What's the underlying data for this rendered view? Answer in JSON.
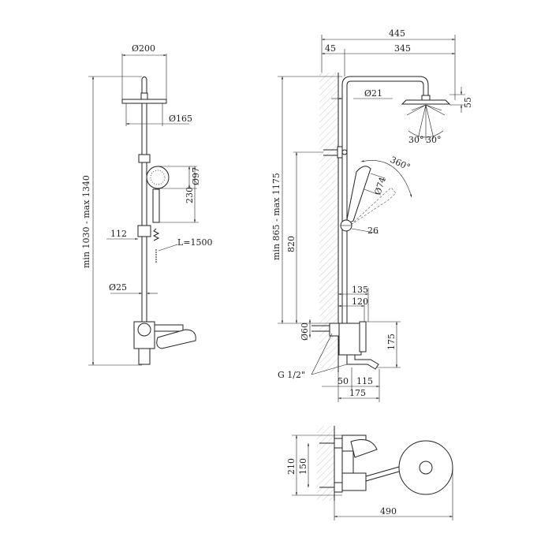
{
  "title": "Shower system dimension drawing",
  "front_view": {
    "head_diameter": "Ø200",
    "head_plate_diameter": "Ø165",
    "hand_shower_diameter": "Ø97",
    "hand_shower_height": "230",
    "slider_offset": "112",
    "hose_length": "L=1500",
    "pole_diameter": "Ø25",
    "total_height": "min 1030 - max 1340"
  },
  "side_view": {
    "total_reach": "445",
    "wall_offset": "45",
    "arm_reach": "345",
    "arm_diameter": "Ø21",
    "head_height": "55",
    "spray_angle_left": "30°",
    "spray_angle_right": "30°",
    "rotation": "360°",
    "hand_shower_diameter": "Ø74",
    "slider_size": "26",
    "height_range": "min 865 - max 1175",
    "bracket_height": "820",
    "depth_outer": "135",
    "depth_inner": "120",
    "flange_diameter": "Ø60",
    "mixer_height": "175",
    "thread": "G 1/2\"",
    "spout_offset": "50",
    "spout_length": "115",
    "spout_total": "175"
  },
  "top_view": {
    "outer_height": "210",
    "inlet_spacing": "150",
    "total_depth": "490"
  }
}
